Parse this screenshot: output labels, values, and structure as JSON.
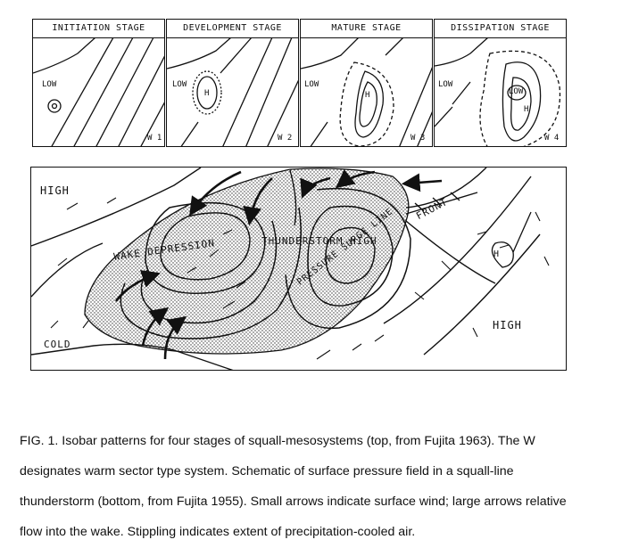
{
  "panels": [
    {
      "title": "INITIATION STAGE",
      "low_label": "LOW",
      "code": "W 1"
    },
    {
      "title": "DEVELOPMENT STAGE",
      "low_label": "LOW",
      "high_label": "H",
      "code": "W 2"
    },
    {
      "title": "MATURE STAGE",
      "low_label": "LOW",
      "high_label": "H",
      "code": "W 3"
    },
    {
      "title": "DISSIPATION STAGE",
      "low_label": "LOW",
      "inner_low_label": "LOW",
      "high_label": "H",
      "code": "W 4"
    }
  ],
  "schematic": {
    "high_left": "HIGH",
    "high_right": "HIGH",
    "wake_depression": "WAKE DEPRESSION",
    "thunderstorm_high": "THUNDERSTORM HIGH",
    "front": "FRONT",
    "cold": "COLD",
    "pressure_surge_line": "PRESSURE SURGE LINE",
    "h_marker": "H"
  },
  "caption": {
    "line1": "FIG. 1.  Isobar patterns for four stages of squall-mesosystems (top, from Fujita 1963). The W",
    "line2": "designates warm sector type system. Schematic of surface pressure field in a squall-line",
    "line3": "thunderstorm (bottom, from Fujita 1955). Small arrows indicate surface wind; large arrows relative",
    "line4": "flow into the wake. Stippling indicates extent of precipitation-cooled air."
  }
}
